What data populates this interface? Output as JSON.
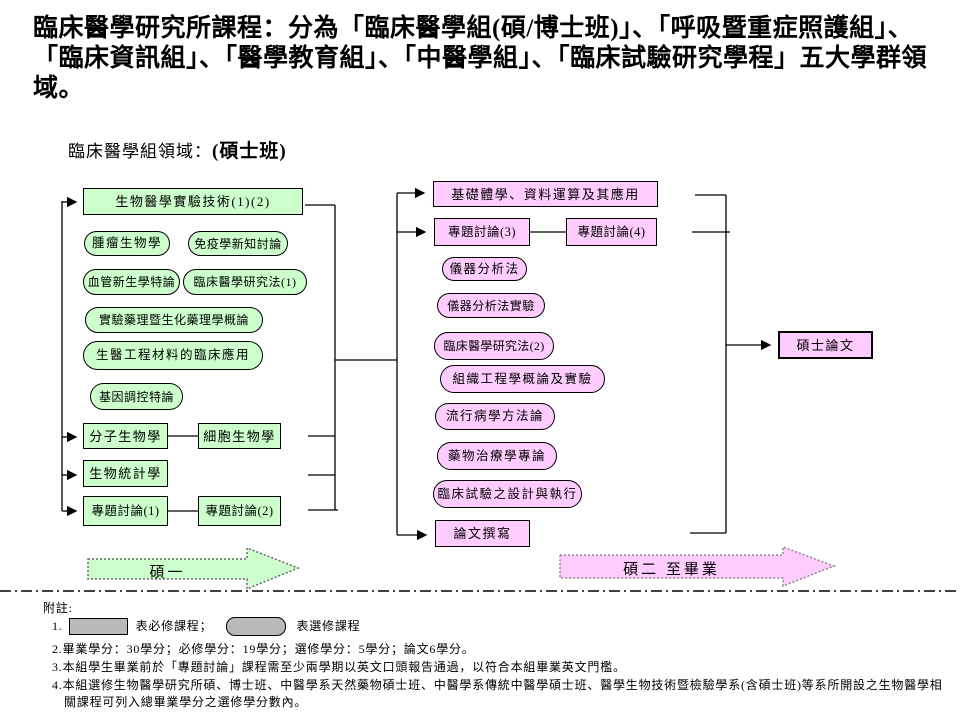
{
  "title": "臨床醫學研究所課程：分為「臨床醫學組(碩/博士班)」、「呼吸暨重症照護組」、「臨床資訊組」、「醫學教育組」、「中醫學組」、「臨床試驗研究學程」五大學群領域。",
  "subtitle_prefix": "臨床醫學組領域：",
  "subtitle_em": "(碩士班)",
  "colors": {
    "year1_fill": "#ccffcc",
    "year2_fill": "#ffccff",
    "legend_gray": "#b9b9b9",
    "line": "#000000"
  },
  "year1": {
    "arrow_label": "碩一",
    "required": {
      "biomed_tech": "生物醫學實驗技術(1)(2)",
      "mol_bio": "分子生物學",
      "cell_bio": "細胞生物學",
      "biostat": "生物統計學",
      "seminar1": "專題討論(1)",
      "seminar2": "專題討論(2)"
    },
    "elective": {
      "tumor_bio": "腫瘤生物學",
      "immunology": "免疫學新知討論",
      "angiogenesis": "血管新生學特論",
      "clin_method1": "臨床醫學研究法(1)",
      "exp_pharm": "實驗藥理暨生化藥理學概論",
      "biomed_eng": "生醫工程材料的臨床應用",
      "gene_reg": "基因調控特論"
    }
  },
  "year2": {
    "arrow_label": "碩二 至畢業",
    "required": {
      "foundation": "基礎體學、資料運算及其應用",
      "seminar3": "專題討論(3)",
      "seminar4": "專題討論(4)",
      "thesis_writing": "論文撰寫",
      "master_thesis": "碩士論文"
    },
    "elective": {
      "instrument": "儀器分析法",
      "instrument_lab": "儀器分析法實驗",
      "clin_method2": "臨床醫學研究法(2)",
      "tissue_eng": "組織工程學概論及實驗",
      "epidemiology": "流行病學方法論",
      "pharmacotherapy": "藥物治療學專論",
      "clinical_trial": "臨床試驗之設計與執行"
    }
  },
  "notes": {
    "heading": "附註:",
    "n1_num": "1.",
    "n1_required": "表必修課程；",
    "n1_elective": "表選修課程",
    "n2": "2.畢業學分：30學分；必修學分：19學分；選修學分：5學分；論文6學分。",
    "n3": "3.本組學生畢業前於「專題討論」課程需至少兩學期以英文口頭報告通過，以符合本組畢業英文門檻。",
    "n4": "4.本組選修生物醫學研究所碩、博士班、中醫學系天然藥物碩士班、中醫學系傳統中醫學碩士班、醫學生物技術暨檢驗學系(含碩士班)等系所開設之生物醫學相關課程可列入總畢業學分之選修學分數內。"
  }
}
